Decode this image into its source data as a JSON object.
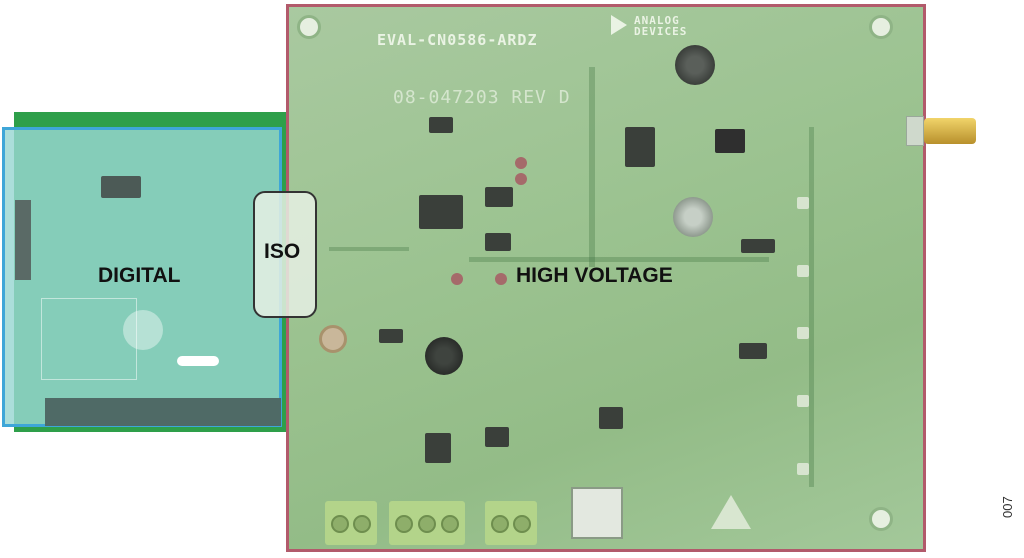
{
  "labels": {
    "digital": "DIGITAL",
    "iso": "ISO",
    "high_voltage": "HIGH VOLTAGE"
  },
  "silkscreen": {
    "board_name": "EVAL-CN0586-ARDZ",
    "part_number": "08-047203 REV D",
    "brand": "ANALOG DEVICES"
  },
  "figure_number": "007",
  "colors": {
    "digital_border": "#3ea6d8",
    "high_voltage_border": "#b25a6b",
    "iso_border": "#333333"
  }
}
